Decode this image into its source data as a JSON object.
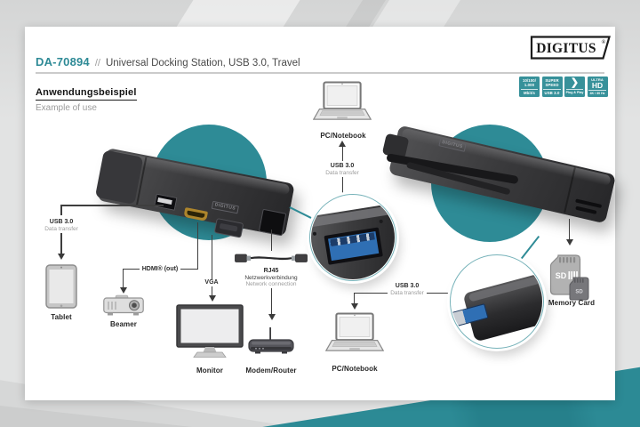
{
  "header": {
    "product_code": "DA-70894",
    "separator": "//",
    "product_title": "Universal Docking Station, USB 3.0, Travel"
  },
  "brand": {
    "name": "DIGITUS",
    "registered_mark": "®"
  },
  "section": {
    "heading_de": "Anwendungsbeispiel",
    "heading_en": "Example of use"
  },
  "badges": [
    {
      "l1": "10/100/",
      "l2": "1.000",
      "l3": "Mbit/s"
    },
    {
      "l1": "SUPER",
      "l2": "SPEED",
      "l3": "USB 3.0"
    },
    {
      "glyph": "❯",
      "label": "Plug & Play"
    },
    {
      "l1": "ULTRA",
      "l2": "HD",
      "l3": "4K / 30 Hz"
    }
  ],
  "device": {
    "emboss_left": "DIGITUS",
    "emboss_right": "DIGITUS"
  },
  "nodes": {
    "pc_top": {
      "label": "PC/Notebook"
    },
    "tablet": {
      "label": "Tablet"
    },
    "beamer": {
      "label": "Beamer"
    },
    "monitor": {
      "label": "Monitor"
    },
    "modem": {
      "label": "Modem/Router"
    },
    "pc_bottom": {
      "label": "PC/Notebook"
    },
    "memory_card": {
      "label": "Memory Card",
      "sd_label": "SD",
      "microsd_label": "SD"
    }
  },
  "connections": {
    "usb_top": {
      "title": "USB 3.0",
      "subtitle": "Data transfer"
    },
    "usb_tablet": {
      "title": "USB 3.0",
      "subtitle": "Data transfer"
    },
    "hdmi": {
      "title": "HDMI® (out)"
    },
    "vga": {
      "title": "VGA"
    },
    "rj45": {
      "title": "RJ45",
      "subtitle_de": "Netzwerkverbindung",
      "subtitle_en": "Network connection"
    },
    "usb_bottom": {
      "title": "USB 3.0",
      "subtitle": "Data transfer"
    }
  },
  "colors": {
    "accent_teal": "#2E8B96",
    "badge_teal": "#37919A",
    "usb_blue": "#2F6FB4",
    "hdmi_gold": "#AD852C",
    "product_code_teal": "#2E8A96"
  }
}
